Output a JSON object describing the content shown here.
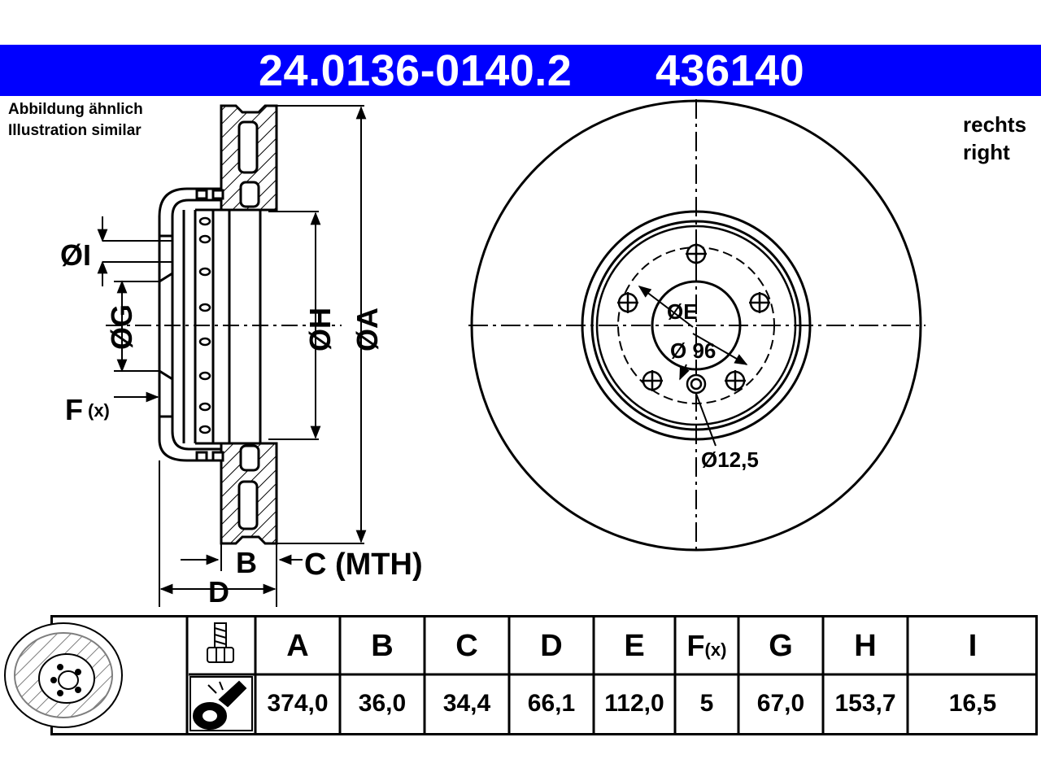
{
  "header": {
    "part_number": "24.0136-0140.2",
    "ref_number": "436140"
  },
  "notes": {
    "de": "Abbildung ähnlich",
    "en": "Illustration similar"
  },
  "side": {
    "de": "rechts",
    "en": "right"
  },
  "drawing": {
    "labels": {
      "oI": "ØI",
      "oG": "ØG",
      "oH": "ØH",
      "oA": "ØA",
      "F": "F",
      "F_sub": "(x)",
      "B": "B",
      "C": "C (MTH)",
      "D": "D",
      "oE": "ØE",
      "o96": "Ø 96",
      "o125": "Ø12,5"
    }
  },
  "table": {
    "columns": [
      "A",
      "B",
      "C",
      "D",
      "E",
      "F",
      "G",
      "H",
      "I"
    ],
    "f_sub": "(x)",
    "values": [
      "374,0",
      "36,0",
      "34,4",
      "66,1",
      "112,0",
      "5",
      "67,0",
      "153,7",
      "16,5"
    ]
  },
  "colors": {
    "banner": "#0000ff",
    "line": "#000000"
  }
}
